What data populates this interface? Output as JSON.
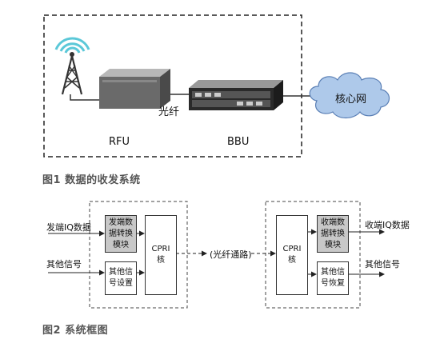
{
  "fig1": {
    "caption": "图1  数据的收发系统",
    "rfu_label": "RFU",
    "bbu_label": "BBU",
    "fiber_label": "光纤",
    "cloud_label": "核心网"
  },
  "fig2": {
    "caption": "图2  系统框图",
    "tx_iq_label": "发端IQ数据",
    "tx_other_label": "其他信号",
    "rx_iq_label": "收端IQ数据",
    "rx_other_label": "其他信号",
    "fiber_channel_label": "(光纤通路)",
    "left_top_box": [
      "发端数",
      "据转换",
      "模块"
    ],
    "left_bottom_box": [
      "其他信",
      "号设置"
    ],
    "left_cpri": [
      "CPRI",
      "核"
    ],
    "right_cpri": [
      "CPRI",
      "核"
    ],
    "right_top_box": [
      "收端数",
      "据转换",
      "模块"
    ],
    "right_bottom_box": [
      "其他信",
      "号恢复"
    ]
  }
}
